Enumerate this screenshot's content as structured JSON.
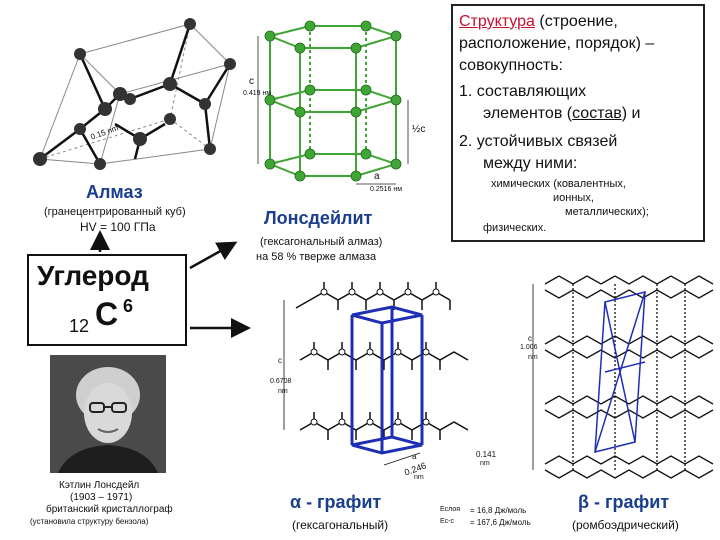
{
  "structure_box": {
    "term": "Структура",
    "definition_1": "(строение,",
    "definition_2": "расположение, порядок) –",
    "definition_3": "совокупность:",
    "item1_line1": "1. составляющих",
    "item1_line2_a": "элементов (",
    "item1_line2_b": "состав",
    "item1_line2_c": ") и",
    "item2_line1": "2. устойчивых связей",
    "item2_line2": "между ними:",
    "bond_chem_1": "химических (ковалентных,",
    "bond_chem_2": "ионных,",
    "bond_chem_3": "металлических);",
    "bond_phys": "физических."
  },
  "diamond": {
    "name": "Алмаз",
    "subtitle": "(гранецентрированный куб)",
    "hardness": "HV = 100 ГПа",
    "dimension_label": "0.15 nm"
  },
  "lonsdaleite": {
    "name": "Лонсдейлит",
    "subtitle": "(гексагональный алмаз)",
    "harder": "на 58 % тверже алмаза",
    "c_axis": "c",
    "c_value": "0.419 нм",
    "c_over": "½c",
    "a_axis": "a",
    "a_value": "0.2516 нм"
  },
  "carbon": {
    "name": "Углерод",
    "mass": "12",
    "symbol": "C",
    "superscript": "6"
  },
  "person": {
    "name": "Кэтлин Лонсдейл",
    "years": "(1903 – 1971)",
    "role": "британский кристаллограф",
    "note": "(установила структуру бензола)"
  },
  "alpha_graphite": {
    "name": "α - графит",
    "subtitle": "(гексагональный)",
    "c_label": "c",
    "c_value": "0.6708",
    "c_unit": "nm",
    "a_label": "a",
    "a_value": "0.246",
    "a_unit": "nm",
    "bond_value": "0.141",
    "bond_unit": "nm"
  },
  "energy": {
    "e1_label": "Eслоя",
    "e1_value": "= 16,8 Дж/моль",
    "e2_label": "Eс-с",
    "e2_value": "= 167,6 Дж/моль"
  },
  "beta_graphite": {
    "name": "β - графит",
    "subtitle": "(ромбоэдрический)",
    "c_label": "c",
    "c_value": "1.006",
    "c_unit": "nm"
  },
  "colors": {
    "title_blue": "#1a3d8f",
    "accent_red": "#c8102e",
    "lonsdaleite_green": "#3fa535",
    "graphite_blue": "#1f2fb5"
  }
}
